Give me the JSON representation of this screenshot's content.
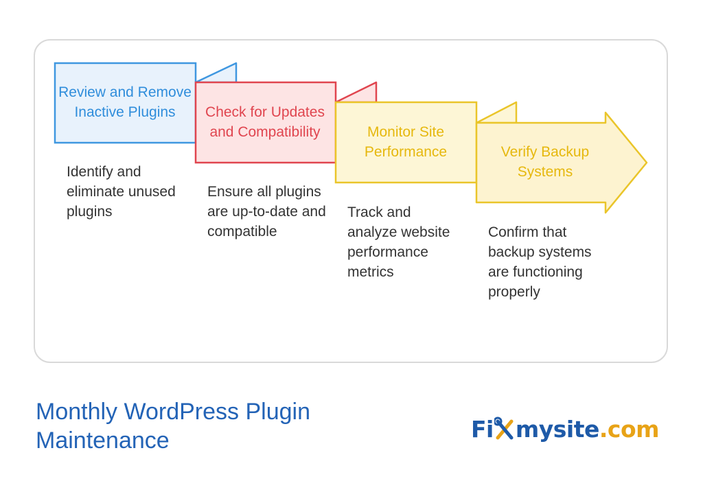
{
  "steps": [
    {
      "title": "Review and Remove Inactive Plugins",
      "description": "Identify and eliminate unused plugins",
      "fill": "#e8f2fc",
      "stroke": "#3f97e0",
      "text_color": "#2f8ddb"
    },
    {
      "title": "Check for Updates and Compatibility",
      "description": "Ensure all plugins are up-to-date and compatible",
      "fill": "#fde4e4",
      "stroke": "#e0454f",
      "text_color": "#e0454f"
    },
    {
      "title": "Monitor Site Performance",
      "description": "Track and analyze website performance metrics",
      "fill": "#fdf6d6",
      "stroke": "#eac52a",
      "text_color": "#e6b80e"
    },
    {
      "title": "Verify Backup Systems",
      "description": "Confirm that backup systems are functioning properly",
      "fill": "#fdf3d0",
      "stroke": "#eac52a",
      "text_color": "#e6b80e"
    }
  ],
  "diagram_title": "Monthly WordPress Plugin Maintenance",
  "brand": {
    "prefix": "Fi",
    "middle": "mysite",
    "suffix": ".com",
    "tool_icon": "wrench-screwdriver-icon",
    "primary_color": "#1e5aa8",
    "accent_color": "#e8a317"
  }
}
